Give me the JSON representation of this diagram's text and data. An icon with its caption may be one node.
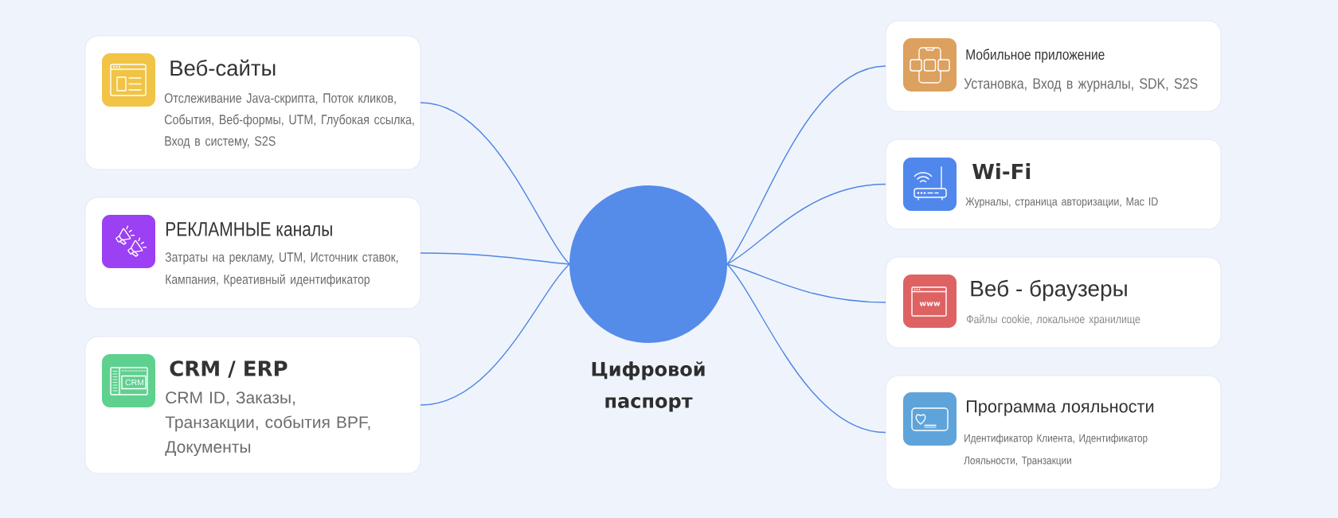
{
  "diagram": {
    "nodes": [
      {
        "text": [
          "Веб-сайты",
          "Отслеживание Java-скрипта, Поток кликов, События, Веб-формы, UTM, Глубокая ссылка, Вход в систему, S2S"
        ]
      },
      {
        "text": [
          "РЕКЛАМНЫЕ каналы",
          "Затраты на рекламу, UTM, Источник ставок, Кампания, Креативный идентификатор"
        ]
      },
      {
        "text": [
          "CRM / ERP",
          "CRM ID, Заказы, Транзакции, события BPF, Документы"
        ]
      },
      {
        "text": [],
        "shape": "circle",
        "beside": [
          "Цифровой паспорт"
        ]
      },
      {
        "text": [
          "Мобильное приложение",
          "Установка, Вход в журналы, SDK, S2S"
        ]
      },
      {
        "text": [
          "Wi-Fi",
          "Журналы, страница авторизации, Mac ID"
        ]
      },
      {
        "text": [
          "Веб - браузеры",
          "Файлы cookie, локальное хранилище"
        ]
      },
      {
        "text": [
          "Программа лояльности",
          "Идентификатор Клиента, Идентификатор Лояльности, Транзакции"
        ]
      }
    ],
    "edges": [
      {
        "from": 3,
        "to": 0,
        "arrow": "none"
      },
      {
        "from": 3,
        "to": 1,
        "arrow": "none"
      },
      {
        "from": 3,
        "to": 2,
        "arrow": "none"
      },
      {
        "from": 3,
        "to": 4,
        "arrow": "none"
      },
      {
        "from": 3,
        "to": 5,
        "arrow": "none"
      },
      {
        "from": 3,
        "to": 6,
        "arrow": "none"
      },
      {
        "from": 3,
        "to": 7,
        "arrow": "none"
      }
    ],
    "labels": [
      "CRM",
      "www"
    ]
  }
}
